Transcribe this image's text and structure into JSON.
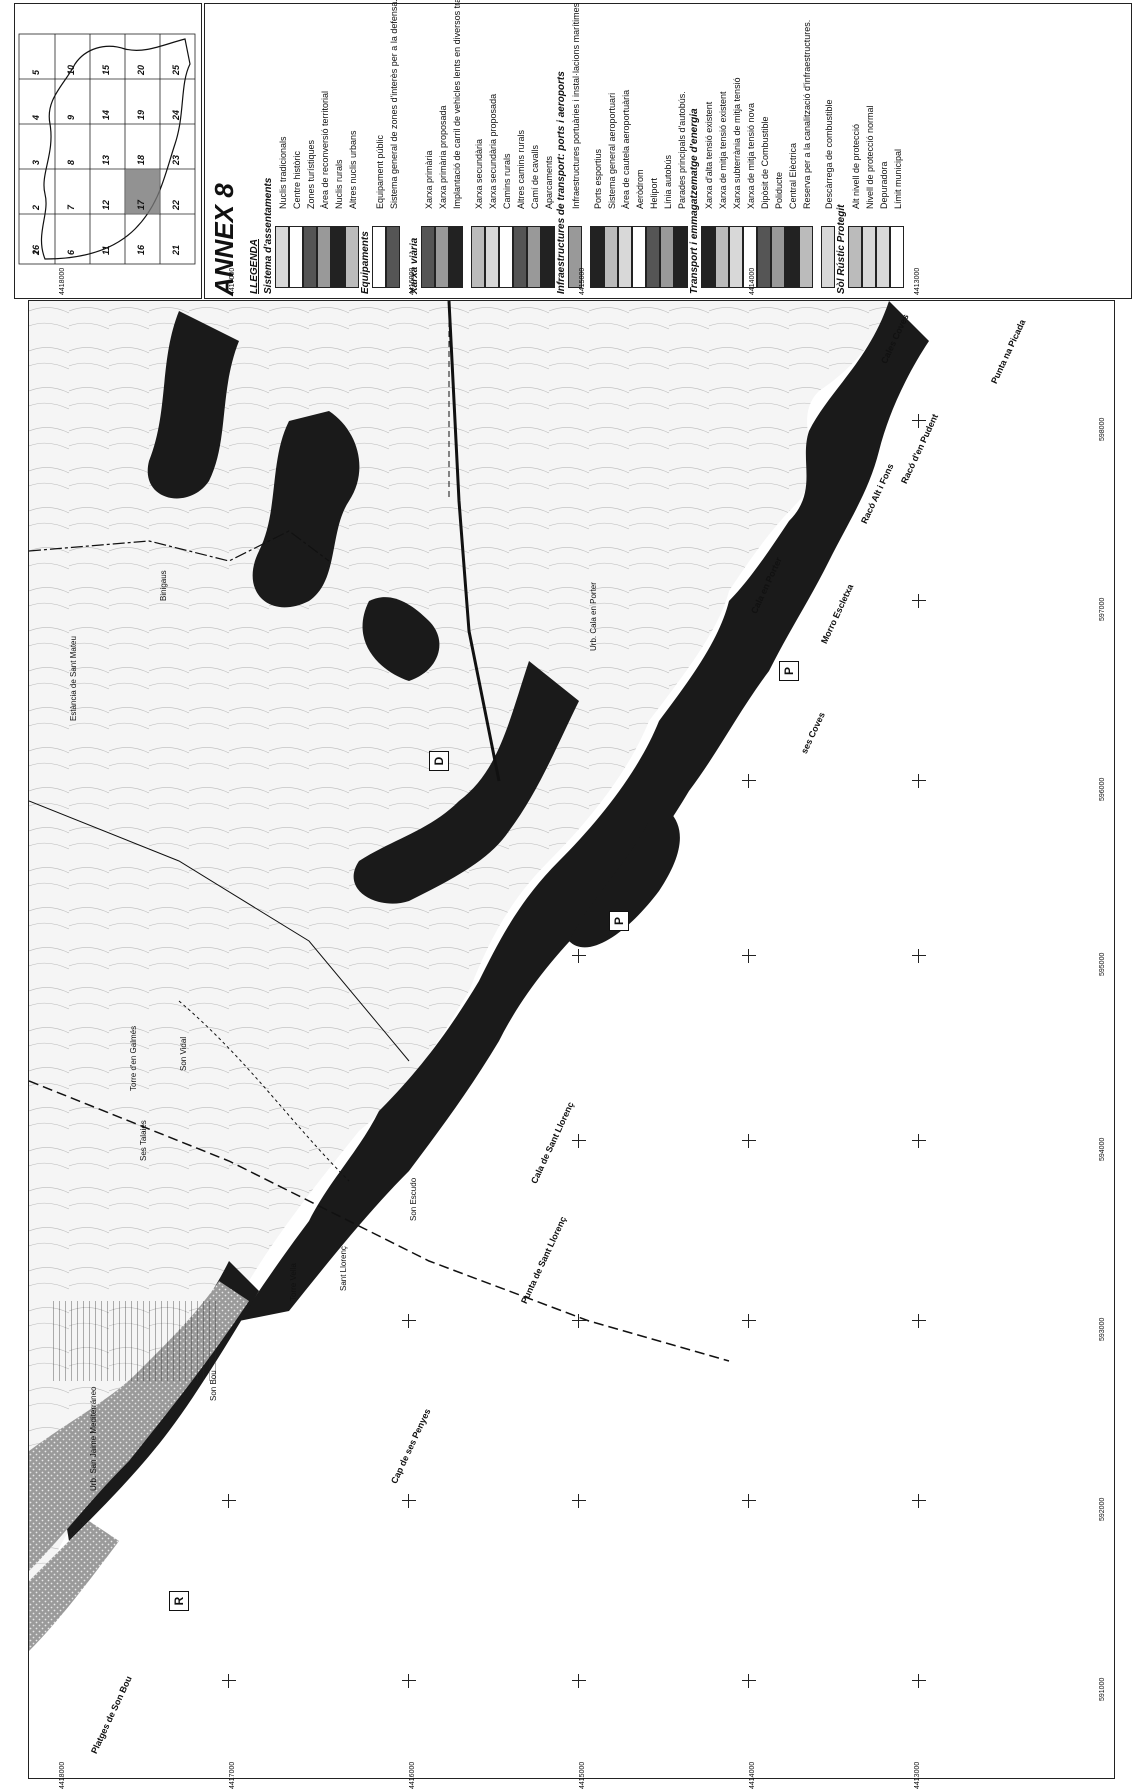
{
  "annex_title": "ANNEX 8",
  "index_map": {
    "sheet_numbers": [
      "1",
      "2",
      "3",
      "4",
      "5",
      "6",
      "7",
      "8",
      "9",
      "10",
      "11",
      "12",
      "13",
      "14",
      "15",
      "16",
      "17",
      "18",
      "19",
      "20",
      "21",
      "22",
      "23",
      "24",
      "25",
      "26"
    ]
  },
  "legend": {
    "title": "LLEGENDA",
    "sections": [
      {
        "heading": "Sistema d'assentaments",
        "items": [
          "Nuclis tradicionals",
          "Centre històric",
          "Zones turístiques",
          "Àrea de reconversió territorial",
          "Nuclis rurals",
          "Altres nuclis urbans"
        ]
      },
      {
        "heading": "Equipaments",
        "items": [
          "Equipament públic",
          "Sistema general de zones d'interès per a la defensa."
        ]
      },
      {
        "heading": "Xarxa viària",
        "items": [
          "Xarxa primària",
          "Xarxa primària proposada",
          "Implantació de carril de vehicles lents en diversos trams",
          "Xarxa secundària",
          "Xarxa secundària proposada",
          "Camins rurals",
          "Altres camins rurals",
          "Camí de cavalls",
          "Aparcaments"
        ]
      },
      {
        "heading": "Infraestructures de transport: ports i aeroports",
        "items": [
          "Infraestructures portuàries i instal·lacions marítimes",
          "Ports esportius",
          "Sistema general aeroportuari",
          "Àrea de cautela aeroportuària",
          "Aeròdrom",
          "Heliport",
          "Línia autobús",
          "Parades principals d'autobús."
        ]
      },
      {
        "heading": "Transport i emmagatzematge d'energia",
        "items": [
          "Xarxa d'alta tensió existent",
          "Xarxa de mitja tensió existent",
          "Xarxa subterrània de mitja tensió",
          "Xarxa de mitja tensió nova",
          "Dipòsit de Combustible",
          "Poliducte",
          "Central Elèctrica",
          "Reserva per a la canalització d'infraestructures.",
          "Descàrrega de combustible"
        ]
      },
      {
        "heading": "Sòl Rústic Protegit",
        "items": [
          "Alt nivell de protecció",
          "Nivell de protecció normal"
        ]
      },
      {
        "heading": "",
        "items": [
          "Depuradora",
          "Límit municipal"
        ]
      }
    ]
  },
  "coordinates": {
    "northing_labels": [
      "4418000",
      "4417000",
      "4416000",
      "4415000",
      "4414000",
      "4413000"
    ],
    "easting_labels": [
      "598000",
      "597000",
      "596000",
      "595000",
      "594000",
      "593000",
      "592000",
      "591000"
    ]
  },
  "place_names": {
    "coast": [
      "Punta na Picada",
      "Cales Coves",
      "Racó d'en Pudent",
      "Racó Alt i Fons",
      "Cala en Porter",
      "Morro Escletxa",
      "ses Coves",
      "Cala de Sant Llorenç",
      "Punta de Sant Llorenç",
      "Cap de ses Penyes",
      "Platges de Son Bou"
    ],
    "inland": [
      "Torre Vella",
      "Son Vidal",
      "Torre d'en Galmés",
      "Urb. San Jaime Mediterráneo",
      "Son Bou",
      "Sant Llorenç",
      "Son Escudo",
      "Ses Talaies",
      "Binigaus",
      "Urb. Cala en Porter",
      "Estància de Sant Mateu"
    ]
  },
  "map_symbols": {
    "parking": "P",
    "treatment_plant": "D",
    "other": "R"
  }
}
